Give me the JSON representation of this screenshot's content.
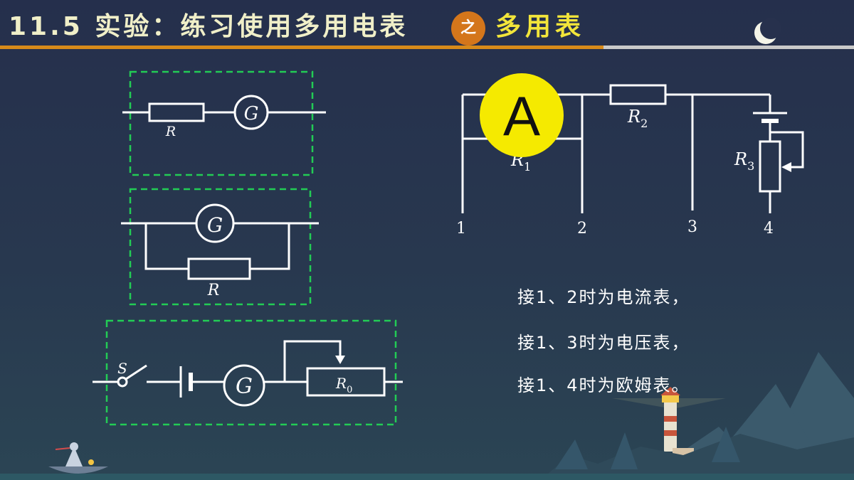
{
  "header": {
    "title": "11.5 实验：练习使用多用电表",
    "badge": "之",
    "subtitle": "多用表"
  },
  "circuit1": {
    "resistor_label": "R",
    "meter_label": "G"
  },
  "circuit2": {
    "meter_label": "G",
    "resistor_label": "R"
  },
  "circuit3": {
    "switch_label": "S",
    "meter_label": "G",
    "rheostat_label": "R",
    "rheostat_sub": "0"
  },
  "multimeter": {
    "ammeter_label": "A",
    "r1_label": "R",
    "r1_sub": "1",
    "r2_label": "R",
    "r2_sub": "2",
    "r3_label": "R",
    "r3_sub": "3",
    "terminals": [
      "1",
      "2",
      "3",
      "4"
    ]
  },
  "statements": [
    "接1、2时为电流表，",
    "接1、3时为电压表，",
    "接1、4时为欧姆表。"
  ],
  "colors": {
    "wire": "#ffffff",
    "box": "#22cc55",
    "ammeter": "#f5ea00",
    "accent": "#d4761b"
  }
}
